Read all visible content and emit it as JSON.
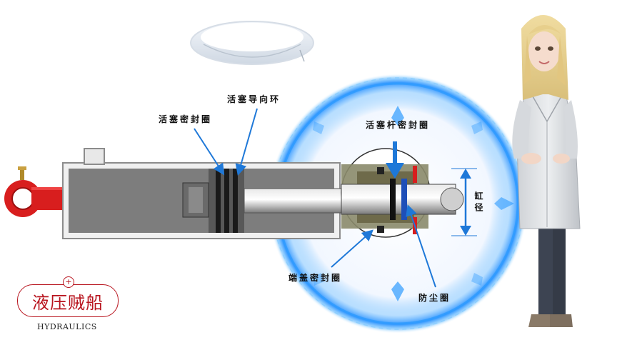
{
  "labels": {
    "piston_seal": "活塞密封圈",
    "piston_guide_ring": "活塞导向环",
    "rod_seal": "活塞杆密封圈",
    "bore": "缸径",
    "end_cap_seal": "端盖密封圈",
    "dust_seal": "防尘圈"
  },
  "logo": {
    "chinese": "液压贼船",
    "english": "HYDRAULICS",
    "mark": "+"
  },
  "colors": {
    "arrow_blue": "#1e78d8",
    "glow_blue": "#3aa8ff",
    "eye_red": "#d81e1e",
    "logo_red": "#b8141e",
    "cylinder_gray": "#9a9a9a"
  }
}
